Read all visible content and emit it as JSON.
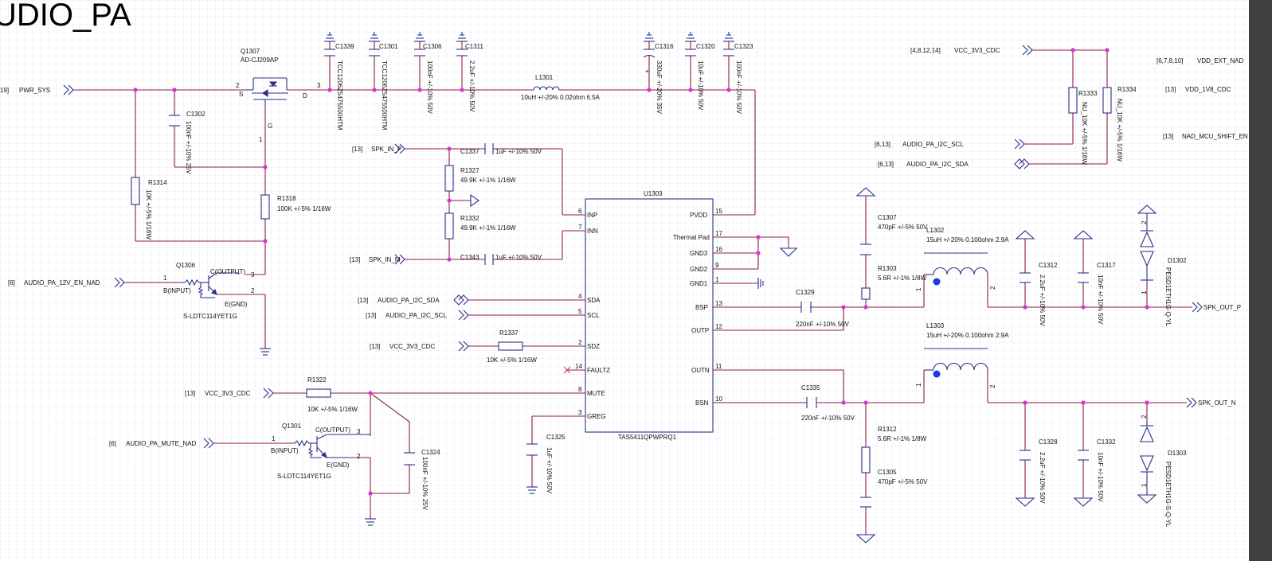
{
  "sheet_title": "UDIO_PA",
  "colors": {
    "wire": "#8e1b48",
    "symbol": "#2e2e8a",
    "junction": "#d633d6",
    "grid": "#d6d6ea",
    "scrollbar": "#3f3f3f"
  },
  "parts": [
    {
      "key": "q1307",
      "ref": "Q1307",
      "value": "AD-CJ209AP"
    },
    {
      "key": "c1339",
      "ref": "C1339",
      "value": "TCC1206Z5475500HTM"
    },
    {
      "key": "c1301",
      "ref": "C1301",
      "value": "TCC1206Z5475500HTM"
    },
    {
      "key": "c1306",
      "ref": "C1306",
      "value": "100nF +/-10% 50V"
    },
    {
      "key": "c1311",
      "ref": "C1311",
      "value": "2.2uF +/-10% 50V"
    },
    {
      "key": "l1301",
      "ref": "L1301",
      "value": "10uH +/-20% 0.02ohm 6.5A"
    },
    {
      "key": "c1316",
      "ref": "C1316",
      "value": "330uF +/-20% 35V"
    },
    {
      "key": "c1320",
      "ref": "C1320",
      "value": "10uF +/-10% 50V"
    },
    {
      "key": "c1323",
      "ref": "C1323",
      "value": "100nF +/-10% 50V"
    },
    {
      "key": "c1302",
      "ref": "C1302",
      "value": "100nF +/-10% 25V"
    },
    {
      "key": "r1314",
      "ref": "R1314",
      "value": "10K +/-5% 1/16W"
    },
    {
      "key": "r1318",
      "ref": "R1318",
      "value": "100K +/-5% 1/16W"
    },
    {
      "key": "q1306",
      "ref": "Q1306",
      "value": "S-LDTC114YET1G"
    },
    {
      "key": "c1337",
      "ref": "C1337",
      "value": "1uF +/-10% 50V"
    },
    {
      "key": "r1327",
      "ref": "R1327",
      "value": "49.9K +/-1% 1/16W"
    },
    {
      "key": "r1332",
      "ref": "R1332",
      "value": "49.9K +/-1% 1/16W"
    },
    {
      "key": "c1343",
      "ref": "C1343",
      "value": "1uF +/-10% 50V"
    },
    {
      "key": "r1337",
      "ref": "R1337",
      "value": "10K +/-5% 1/16W"
    },
    {
      "key": "r1322",
      "ref": "R1322",
      "value": "10K +/-5% 1/16W"
    },
    {
      "key": "q1301",
      "ref": "Q1301",
      "value": "S-LDTC114YET1G"
    },
    {
      "key": "c1324",
      "ref": "C1324",
      "value": "100nF +/-10% 25V"
    },
    {
      "key": "c1325",
      "ref": "C1325",
      "value": "1uF +/-10% 50V"
    },
    {
      "key": "u1303",
      "ref": "U1303",
      "value": "TAS5411QPWPRQ1"
    },
    {
      "key": "c1307",
      "ref": "C1307",
      "value": "470pF +/-5% 50V"
    },
    {
      "key": "r1303",
      "ref": "R1303",
      "value": "5.6R +/-1% 1/8W"
    },
    {
      "key": "c1329",
      "ref": "C1329",
      "value": "220nF +/-10% 50V"
    },
    {
      "key": "l1302",
      "ref": "L1302",
      "value": "15uH +/-20% 0.100ohm 2.9A"
    },
    {
      "key": "c1312",
      "ref": "C1312",
      "value": "2.2uF +/-10% 50V"
    },
    {
      "key": "c1317",
      "ref": "C1317",
      "value": "10nF +/-10% 50V"
    },
    {
      "key": "d1302",
      "ref": "D1302",
      "value": "PESD1ETH1G-Q-YL"
    },
    {
      "key": "l1303",
      "ref": "L1303",
      "value": "15uH +/-20% 0.100ohm 2.9A"
    },
    {
      "key": "c1335",
      "ref": "C1335",
      "value": "220nF +/-10% 50V"
    },
    {
      "key": "r1312",
      "ref": "R1312",
      "value": "5.6R +/-1% 1/8W"
    },
    {
      "key": "c1305",
      "ref": "C1305",
      "value": "470pF +/-5% 50V"
    },
    {
      "key": "c1328",
      "ref": "C1328",
      "value": "2.2uF +/-10% 50V"
    },
    {
      "key": "c1332",
      "ref": "C1332",
      "value": "10nF +/-10% 50V"
    },
    {
      "key": "d1303",
      "ref": "D1303",
      "value": "PESD1ETH1G-S-Q-YL"
    },
    {
      "key": "r1333",
      "ref": "R1333",
      "value": "NU_10K +/-5% 1/16W"
    },
    {
      "key": "r1334",
      "ref": "R1334",
      "value": "NU_10K +/-5% 1/16W"
    }
  ],
  "ports": [
    {
      "key": "pwr_sys",
      "sheets": "19]",
      "net": "PWR_SYS"
    },
    {
      "key": "spk_in_p",
      "sheets": "[13]",
      "net": "SPK_IN_P"
    },
    {
      "key": "spk_in_m",
      "sheets": "[13]",
      "net": "SPK_IN_M"
    },
    {
      "key": "en_nad",
      "sheets": "[6]",
      "net": "AUDIO_PA_12V_EN_NAD"
    },
    {
      "key": "sda_in",
      "sheets": "[13]",
      "net": "AUDIO_PA_I2C_SDA"
    },
    {
      "key": "scl_in",
      "sheets": "[13]",
      "net": "AUDIO_PA_I2C_SCL"
    },
    {
      "key": "cdc_sdz",
      "sheets": "[13]",
      "net": "VCC_3V3_CDC"
    },
    {
      "key": "cdc_mute",
      "sheets": "[13]",
      "net": "VCC_3V3_CDC"
    },
    {
      "key": "mute_nad",
      "sheets": "[6]",
      "net": "AUDIO_PA_MUTE_NAD"
    },
    {
      "key": "cdc_top",
      "sheets": "[4,8,12,14]",
      "net": "VCC_3V3_CDC"
    },
    {
      "key": "vdd_ext",
      "sheets": "[6,7,8,10]",
      "net": "VDD_EXT_NAD"
    },
    {
      "key": "vdd_1v8",
      "sheets": "[13]",
      "net": "VDD_1V8_CDC"
    },
    {
      "key": "mcu_shift",
      "sheets": "[13]",
      "net": "NAD_MCU_SHIFT_EN"
    },
    {
      "key": "scl_out",
      "sheets": "[6,13]",
      "net": "AUDIO_PA_I2C_SCL"
    },
    {
      "key": "sda_out",
      "sheets": "[6,13]",
      "net": "AUDIO_PA_I2C_SDA"
    },
    {
      "key": "spk_out_p",
      "sheets": "",
      "net": "SPK_OUT_P"
    },
    {
      "key": "spk_out_n",
      "sheets": "",
      "net": "SPK_OUT_N"
    }
  ],
  "u1303_pins": [
    {
      "key": "inp",
      "num": "6",
      "name": "INP"
    },
    {
      "key": "inn",
      "num": "7",
      "name": "INN"
    },
    {
      "key": "sda",
      "num": "4",
      "name": "SDA"
    },
    {
      "key": "scl",
      "num": "5",
      "name": "SCL"
    },
    {
      "key": "sdz",
      "num": "2",
      "name": "SDZ"
    },
    {
      "key": "faultz",
      "num": "14",
      "name": "FAULTZ"
    },
    {
      "key": "mute",
      "num": "8",
      "name": "MUTE"
    },
    {
      "key": "greg",
      "num": "3",
      "name": "GREG"
    },
    {
      "key": "pvdd",
      "num": "15",
      "name": "PVDD"
    },
    {
      "key": "tpad",
      "num": "17",
      "name": "Thermal Pad"
    },
    {
      "key": "gnd3",
      "num": "16",
      "name": "GND3"
    },
    {
      "key": "gnd2",
      "num": "9",
      "name": "GND2"
    },
    {
      "key": "gnd1",
      "num": "1",
      "name": "GND1"
    },
    {
      "key": "bsp",
      "num": "13",
      "name": "BSP"
    },
    {
      "key": "outp",
      "num": "12",
      "name": "OUTP"
    },
    {
      "key": "outn",
      "num": "11",
      "name": "OUTN"
    },
    {
      "key": "bsn",
      "num": "10",
      "name": "BSN"
    }
  ],
  "pin_labels": {
    "q1307_g": "G",
    "q1307_s": "S",
    "q1307_d": "D",
    "q1307_p1": "1",
    "q1307_p2": "2",
    "q1307_p3": "3",
    "q1306_b": "B(INPUT)",
    "q1306_c": "C(OUTPUT)",
    "q1306_e": "E(GND)",
    "q1306_p1": "1",
    "q1306_p3": "3",
    "q1306_p2": "2",
    "q1301_b": "B(INPUT)",
    "q1301_c": "C(OUTPUT)",
    "q1301_e": "E(GND)",
    "q1301_p1": "1",
    "q1301_p3": "3",
    "q1301_p2": "2",
    "l1302_p1": "1",
    "l1302_p2": "2",
    "l1303_p1": "1",
    "l1303_p2": "2",
    "d1302_p2": "2",
    "d1302_p1": "1",
    "d1303_p2": "2",
    "d1303_p1": "1",
    "c1316_plus": "+"
  }
}
